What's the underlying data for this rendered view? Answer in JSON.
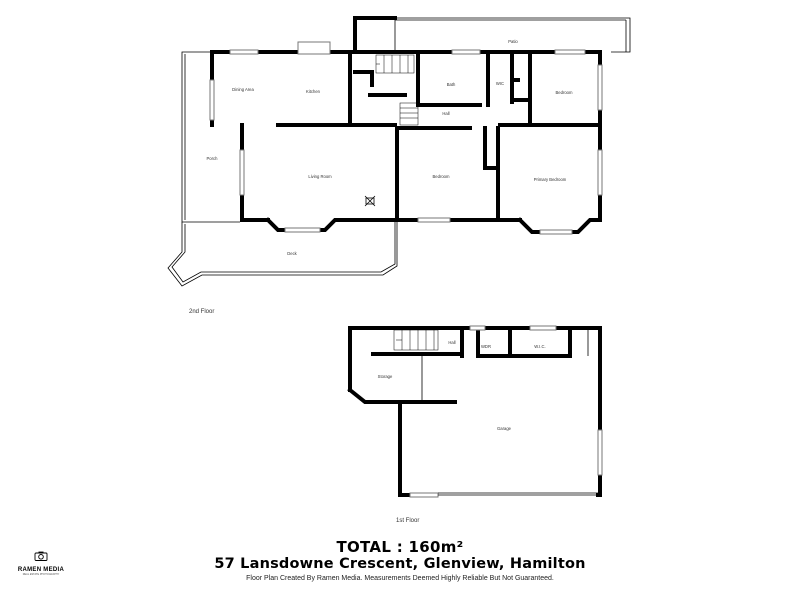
{
  "floors": [
    {
      "label": "2nd Floor",
      "rooms": {
        "patio": "Patio",
        "dining_area": "Dining Area",
        "kitchen": "Kitchen",
        "bath": "Bath",
        "wic": "WIC",
        "bedroom_north": "Bedroom",
        "hall": "Hall",
        "porch": "Porch",
        "living_room": "Living Room",
        "bedroom_middle": "Bedroom",
        "primary_bedroom": "Primary Bedroom",
        "deck": "Deck"
      }
    },
    {
      "label": "1st Floor",
      "rooms": {
        "hall": "Hall",
        "wdr": "WDR",
        "wic": "W.I.C.",
        "storage": "Storage",
        "garage": "Garage"
      }
    }
  ],
  "summary": {
    "total": "TOTAL : 160m²",
    "address": "57 Lansdowne Crescent, Glenview, Hamilton",
    "disclaimer": "Floor Plan Created By Ramen Media. Measurements Deemed Highly Reliable But Not Guaranteed."
  },
  "brand": {
    "name": "RAMEN MEDIA",
    "tagline": "REAL ESTATE PHOTOGRAPHY",
    "icon": "camera-icon"
  }
}
